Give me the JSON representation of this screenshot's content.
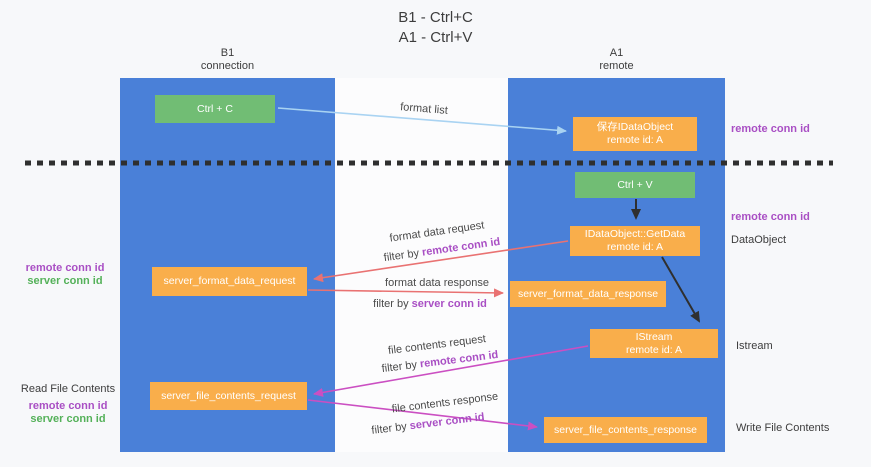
{
  "title": {
    "line1": "B1 - Ctrl+C",
    "line2": "A1 - Ctrl+V"
  },
  "lanes": {
    "left": {
      "title": "B1",
      "subtitle": "connection"
    },
    "right": {
      "title": "A1",
      "subtitle": "remote"
    }
  },
  "nodes": {
    "ctrl_c": {
      "label": "Ctrl + C"
    },
    "save_dataobject": {
      "line1": "保存IDataObject",
      "line2": "remote id: A"
    },
    "ctrl_v": {
      "label": "Ctrl + V"
    },
    "getdata": {
      "line1": "IDataObject::GetData",
      "line2": "remote id: A"
    },
    "format_request": {
      "label": "server_format_data_request"
    },
    "format_response": {
      "label": "server_format_data_response"
    },
    "istream": {
      "line1": "IStream",
      "line2": "remote id: A"
    },
    "file_request": {
      "label": "server_file_contents_request"
    },
    "file_response": {
      "label": "server_file_contents_response"
    }
  },
  "annotations": {
    "format_list": "format list",
    "format_data_request": "format data request",
    "format_data_response": "format data response",
    "file_contents_request": "file contents request",
    "file_contents_response": "file contents response",
    "filter_by": "filter by ",
    "remote_conn_id": "remote conn id",
    "server_conn_id": "server conn id"
  },
  "side_labels": {
    "remote_conn_id": "remote conn id",
    "server_conn_id": "server conn id",
    "dataobject": "DataObject",
    "istream": "Istream",
    "read_file_contents": "Read File Contents",
    "write_file_contents": "Write File Contents"
  },
  "colors": {
    "lane_blue": "#4a80d8",
    "node_orange": "#f9ae4b",
    "node_green": "#71bd74",
    "purple_text": "#a94fc4",
    "green_text": "#54b159",
    "dark_text": "#3d3d3d",
    "arrow_light_blue": "#a9d3f2",
    "arrow_salmon": "#e97272",
    "arrow_magenta": "#cb4fc2",
    "arrow_black": "#2f2f2f",
    "separator_dark": "#2f2f2f"
  }
}
